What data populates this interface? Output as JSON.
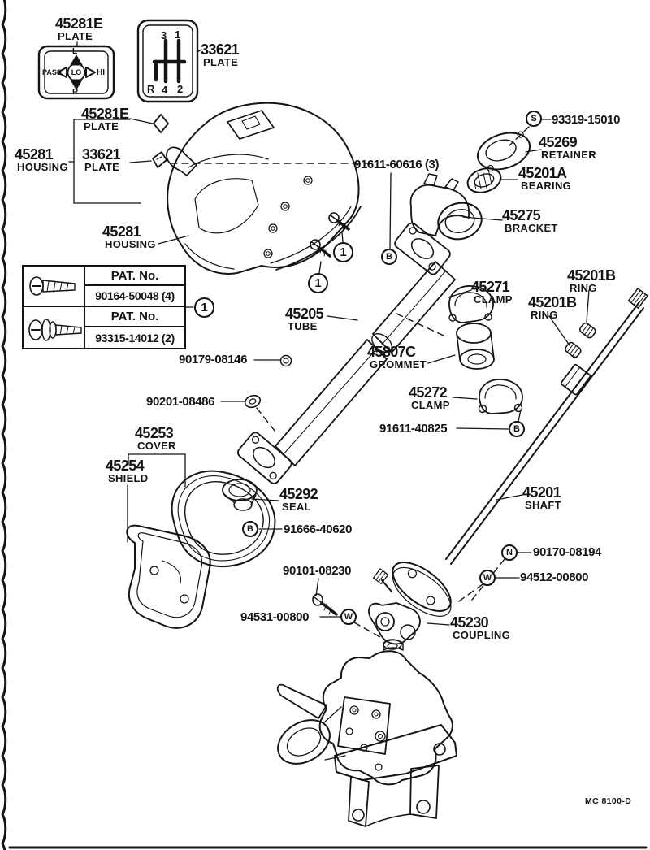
{
  "figure": {
    "type": "exploded-parts-diagram",
    "subject": "steering column assembly",
    "footer_code": "MC 8100-D",
    "ink_color": "#141414",
    "paper_color": "#ffffff"
  },
  "light_plate": {
    "top": "L",
    "bottom": "R",
    "left": "PASS",
    "right": "HI",
    "center": "LO"
  },
  "shift_plate": {
    "gears": [
      "3",
      "1",
      "R",
      "4",
      "2"
    ]
  },
  "pat_table": {
    "rows": [
      {
        "icon": "pan-head-screw-icon",
        "header": "PAT. No.",
        "value": "90164-50048 (4)"
      },
      {
        "icon": "washer-head-screw-icon",
        "header": "PAT. No.",
        "value": "93315-14012 (2)"
      }
    ],
    "callout": "1"
  },
  "labels": [
    {
      "no": "45281E",
      "name": "PLATE"
    },
    {
      "no": "33621",
      "name": "PLATE"
    },
    {
      "no": "45281E",
      "name": "PLATE"
    },
    {
      "no": "45281",
      "name": "HOUSING"
    },
    {
      "no": "33621",
      "name": "PLATE"
    },
    {
      "no": "45281",
      "name": "HOUSING"
    },
    {
      "no": "45205",
      "name": "TUBE"
    },
    {
      "no": "45807C",
      "name": "GROMMET"
    },
    {
      "no": "45272",
      "name": "CLAMP"
    },
    {
      "no": "45271",
      "name": "CLAMP"
    },
    {
      "no": "45201B",
      "name": "RING"
    },
    {
      "no": "45201B",
      "name": "RING"
    },
    {
      "no": "45269",
      "name": "RETAINER"
    },
    {
      "no": "45201A",
      "name": "BEARING"
    },
    {
      "no": "45275",
      "name": "BRACKET"
    },
    {
      "no": "45253",
      "name": "COVER"
    },
    {
      "no": "45254",
      "name": "SHIELD"
    },
    {
      "no": "45292",
      "name": "SEAL"
    },
    {
      "no": "45201",
      "name": "SHAFT"
    },
    {
      "no": "45230",
      "name": "COUPLING"
    },
    {
      "no": "93319-15010"
    },
    {
      "no": "91611-60616 (3)"
    },
    {
      "no": "90179-08146"
    },
    {
      "no": "90201-08486"
    },
    {
      "no": "91611-40825"
    },
    {
      "no": "91666-40620"
    },
    {
      "no": "90101-08230"
    },
    {
      "no": "94531-00800"
    },
    {
      "no": "90170-08194"
    },
    {
      "no": "94512-00800"
    }
  ],
  "callouts": [
    {
      "sym": "S"
    },
    {
      "sym": "B"
    },
    {
      "sym": "B"
    },
    {
      "sym": "B"
    },
    {
      "sym": "W"
    },
    {
      "sym": "W"
    },
    {
      "sym": "N"
    },
    {
      "sym": "1"
    },
    {
      "sym": "1"
    },
    {
      "sym": "1"
    }
  ]
}
